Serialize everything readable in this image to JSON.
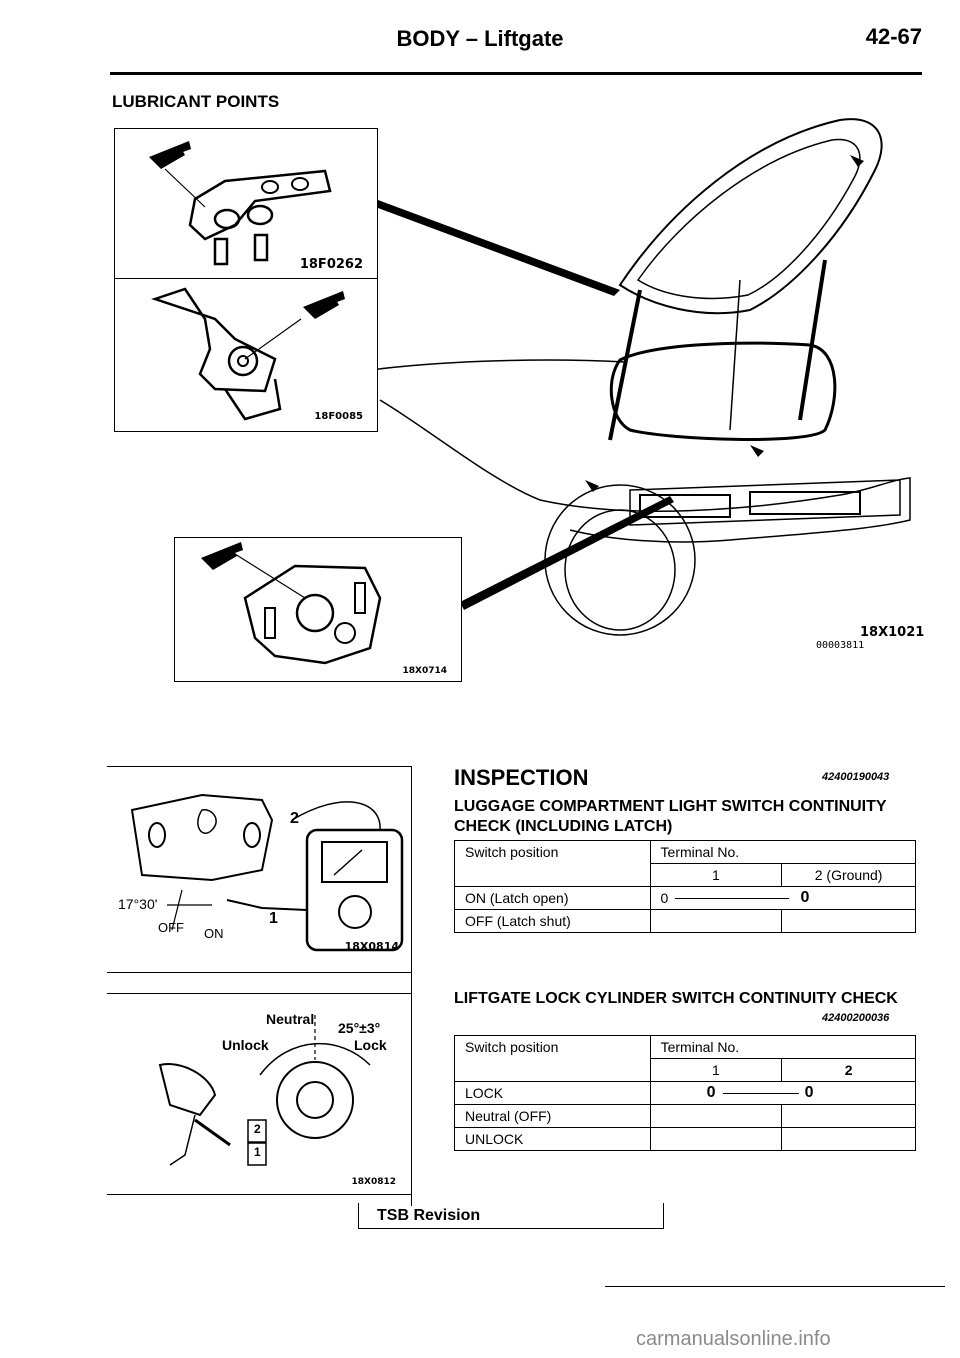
{
  "header": {
    "title": "BODY",
    "subtitle": "Liftgate",
    "page_number": "42-67"
  },
  "lubricant": {
    "heading": "LUBRICANT POINTS",
    "fig_hinge_code": "18F0262",
    "fig_striker_code": "18F0085",
    "fig_latch_code": "18X0714",
    "fig_main_code": "18X1021",
    "fig_main_ref": "00003811"
  },
  "inspection": {
    "heading": "INSPECTION",
    "code": "42400190043",
    "fig_switch_code": "18X0814",
    "fig_switch_angle": "17°30'",
    "fig_switch_off": "OFF",
    "fig_switch_on": "ON",
    "fig_switch_term1": "1",
    "fig_switch_term2": "2",
    "fig_cyl_code": "18X0812",
    "fig_cyl_neutral": "Neutral",
    "fig_cyl_angle": "25°±3°",
    "fig_cyl_unlock": "Unlock",
    "fig_cyl_lock": "Lock",
    "fig_cyl_term1": "1",
    "fig_cyl_term2": "2"
  },
  "table1": {
    "title_line1": "LUGGAGE COMPARTMENT LIGHT SWITCH CONTINUITY",
    "title_line2": "CHECK (INCLUDING LATCH)",
    "col_header": "Switch position",
    "terminal_header": "Terminal No.",
    "terminals": [
      "1",
      "2 (Ground)"
    ],
    "rows": [
      {
        "label": "ON (Latch open)",
        "t1": "0",
        "t2": "0"
      },
      {
        "label": "OFF (Latch shut)",
        "t1": "",
        "t2": ""
      }
    ]
  },
  "table2": {
    "title_prefix": "LIFTGATE",
    "title": "LOCK CYLINDER SWITCH CONTINUITY CHECK",
    "code": "42400200036",
    "col_header": "Switch position",
    "terminal_header": "Terminal No.",
    "terminals": [
      "1",
      "2"
    ],
    "rows": [
      {
        "label": "LOCK",
        "t1": "0",
        "t2": "0"
      },
      {
        "label": "Neutral (OFF)",
        "t1": "",
        "t2": ""
      },
      {
        "label": "UNLOCK",
        "t1": "",
        "t2": ""
      }
    ]
  },
  "footer": {
    "tsb": "TSB Revision",
    "watermark": "carmanualsonline.info"
  }
}
